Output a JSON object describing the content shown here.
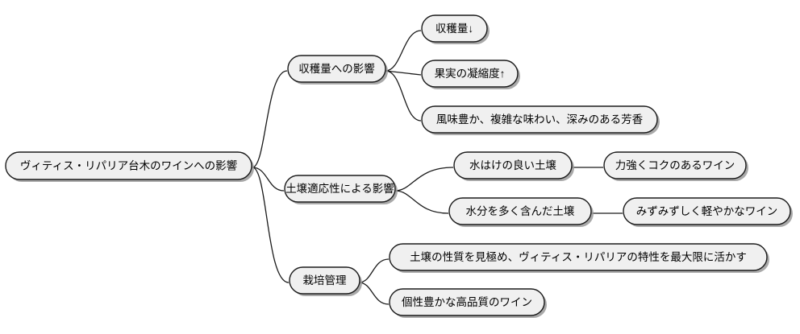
{
  "diagram": {
    "type": "mindmap",
    "title": "ヴィティス・リパリア台木のワインへの影響",
    "background_color": "#ffffff",
    "node_fill": "#f0f0f0",
    "node_stroke": "#1a1a1a",
    "edge_color": "#1a1a1a",
    "shadow_color": "#9a9a9a",
    "root": {
      "label": "ヴィティス・リパリア台木のワインへの影響"
    },
    "branches": [
      {
        "label": "収穫量への影響",
        "children": [
          {
            "label": "収穫量↓",
            "children": []
          },
          {
            "label": "果実の凝縮度↑",
            "children": []
          },
          {
            "label": "風味豊か、複雑な味わい、深みのある芳香",
            "children": []
          }
        ]
      },
      {
        "label": "土壌適応性による影響",
        "children": [
          {
            "label": "水はけの良い土壌",
            "children": [
              {
                "label": "力強くコクのあるワイン"
              }
            ]
          },
          {
            "label": "水分を多く含んだ土壌",
            "children": [
              {
                "label": "みずみずしく軽やかなワイン"
              }
            ]
          }
        ]
      },
      {
        "label": "栽培管理",
        "children": [
          {
            "label": "土壌の性質を見極め、ヴィティス・リパリアの特性を最大限に活かす",
            "children": []
          },
          {
            "label": "個性豊かな高品質のワイン",
            "children": []
          }
        ]
      }
    ]
  }
}
